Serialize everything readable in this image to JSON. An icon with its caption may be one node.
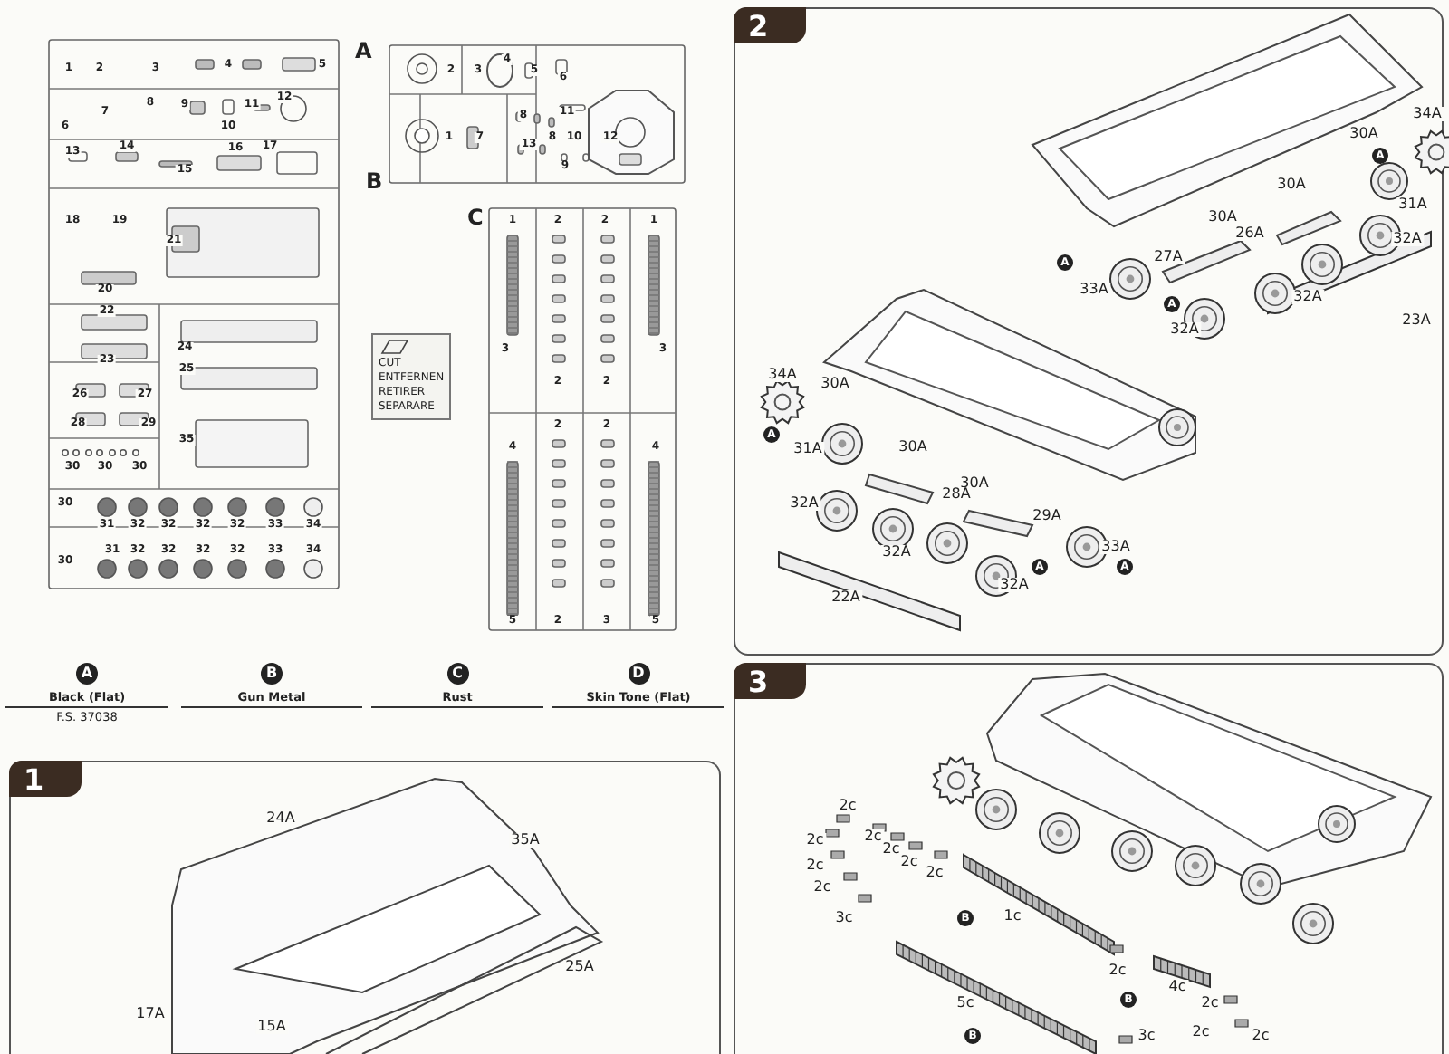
{
  "diagram": {
    "nodes": [
      {
        "text": [
          "A"
        ]
      },
      {
        "text": [
          "B"
        ]
      },
      {
        "text": [
          "C"
        ]
      },
      {
        "text": [
          "CUT",
          "ENTFERNEN",
          "RETIRER",
          "SEPARARE"
        ]
      },
      {
        "text": [
          "A",
          "Black (Flat)",
          "F.S. 37038"
        ]
      },
      {
        "text": [
          "B",
          "Gun Metal"
        ]
      },
      {
        "text": [
          "C",
          "Rust"
        ]
      },
      {
        "text": [
          "D",
          "Skin Tone (Flat)"
        ]
      },
      {
        "text": [
          "1"
        ]
      },
      {
        "text": [
          "2"
        ]
      },
      {
        "text": [
          "3"
        ]
      }
    ],
    "labels": [
      "1",
      "2",
      "3",
      "4",
      "5",
      "6",
      "7",
      "8",
      "9",
      "10",
      "11",
      "12",
      "13",
      "14",
      "15",
      "16",
      "17",
      "18",
      "19",
      "20",
      "21",
      "22",
      "23",
      "24",
      "25",
      "26",
      "27",
      "28",
      "29",
      "35",
      "30",
      "30",
      "30",
      "30",
      "31",
      "32",
      "32",
      "32",
      "32",
      "33",
      "34",
      "31",
      "32",
      "32",
      "32",
      "32",
      "33",
      "34",
      "30",
      "2",
      "3",
      "4",
      "5",
      "6",
      "8",
      "11",
      "1",
      "7",
      "8",
      "10",
      "12",
      "13",
      "9",
      "1",
      "2",
      "2",
      "1",
      "3",
      "3",
      "2",
      "2",
      "2",
      "2",
      "4",
      "4",
      "5",
      "2",
      "3",
      "5",
      "34A",
      "30A",
      "A",
      "30A",
      "31A",
      "30A",
      "26A",
      "32A",
      "27A",
      "A",
      "33A",
      "32A",
      "A",
      "32A",
      "23A",
      "34A",
      "30A",
      "A",
      "31A",
      "30A",
      "30A",
      "32A",
      "28A",
      "29A",
      "32A",
      "33A",
      "32A",
      "A",
      "A",
      "22A",
      "24A",
      "35A",
      "25A",
      "17A",
      "15A",
      "2c",
      "2c",
      "2c",
      "2c",
      "2c",
      "2c",
      "2c",
      "2c",
      "3c",
      "B",
      "1c",
      "2c",
      "5c",
      "B",
      "4c",
      "2c",
      "B",
      "3c",
      "2c",
      "2c"
    ]
  }
}
